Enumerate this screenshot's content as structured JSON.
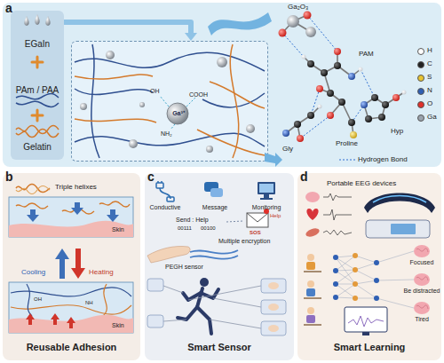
{
  "diagram": {
    "nodes": [
      {
        "text": [
          "a"
        ]
      },
      {
        "text": [
          "EGaIn",
          "PAm / PAA",
          "Gelatin"
        ],
        "in": 0
      },
      {
        "text": [
          "OH",
          "Ga³⁺",
          "COOH",
          "NH₂"
        ],
        "in": 0
      },
      {
        "text": [
          "b",
          "Reusable Adhesion"
        ]
      },
      {
        "text": [
          "c",
          "Smart Sensor"
        ]
      },
      {
        "text": [
          "d",
          "Smart Learning"
        ]
      }
    ],
    "edges": [
      {
        "from": 1,
        "to": 2,
        "arrow": "to"
      }
    ],
    "labels": [
      "Ga₂O₃",
      "PAM",
      "Hyp",
      "Proline",
      "Gly",
      "Triple helixes",
      "Skin",
      "Cooling",
      "Heating",
      "OH",
      "NH",
      "Skin",
      "Conductive",
      "Message",
      "Monitoring",
      "Send : Help",
      "00111",
      "00100",
      "Help",
      "SOS",
      "Multiple encryption",
      "PEGH sensor",
      "Portable EEG devices",
      "Focused",
      "Be distracted",
      "Tired"
    ],
    "legend": [
      {
        "text": "H",
        "color": "#ffffff"
      },
      {
        "text": "C",
        "color": "#222222"
      },
      {
        "text": "S",
        "color": "#e8c430"
      },
      {
        "text": "N",
        "color": "#2f5fb3"
      },
      {
        "text": "O",
        "color": "#e0302a"
      },
      {
        "text": "Ga",
        "color": "#9aa3ad"
      },
      {
        "text": "Hydrogen Bond"
      }
    ]
  }
}
